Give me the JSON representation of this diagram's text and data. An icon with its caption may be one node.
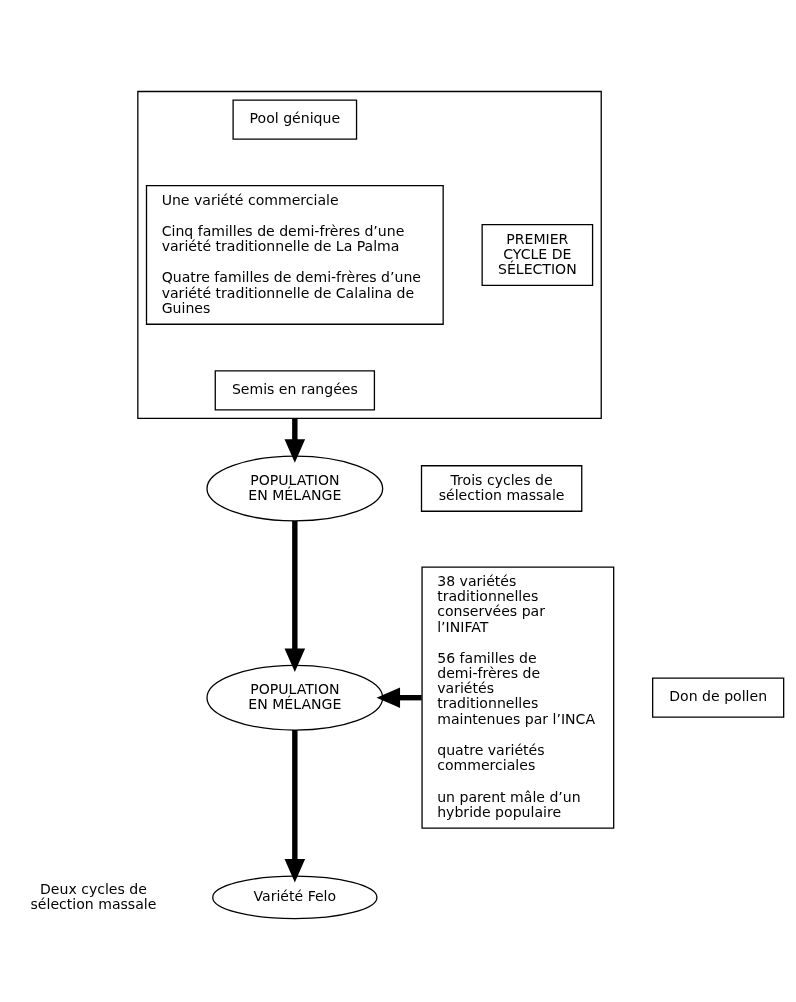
{
  "diagram": {
    "nodes": [
      {
        "text": [],
        "shape": "box"
      },
      {
        "text": [
          "Pool génique"
        ],
        "in": 0
      },
      {
        "text": [
          "Une variété commerciale",
          "Cinq familles de demi-frères d’une variété traditionnelle de La Palma",
          "Quatre familles de demi-frères d’une variété traditionnelle de Calalina de Guines"
        ],
        "in": 0
      },
      {
        "text": [
          "PREMIER CYCLE DE SÉLECTION"
        ],
        "in": 0
      },
      {
        "text": [
          "Semis en rangées"
        ],
        "in": 0
      },
      {
        "text": [
          "POPULATION EN MÉLANGE"
        ]
      },
      {
        "text": [
          "Trois cycles de sélection massale"
        ]
      },
      {
        "text": [
          "POPULATION EN MÉLANGE"
        ]
      },
      {
        "text": [
          "Don de pollen"
        ]
      },
      {
        "text": [
          "38 variétés traditionnelles conservées par l’INIFAT",
          "56 familles de demi-frères de variétés traditionnelles maintenues par l’INCA",
          "quatre variétés commerciales",
          "un parent mâle d’un hybride populaire"
        ]
      },
      {
        "text": [
          "Variété Felo"
        ]
      }
    ],
    "edges": [
      {
        "from": 0,
        "to": 5,
        "arrow": "to"
      },
      {
        "from": 5,
        "to": 7,
        "arrow": "to"
      },
      {
        "from": 9,
        "to": 7,
        "arrow": "to"
      },
      {
        "from": 7,
        "to": 10,
        "arrow": "to"
      }
    ],
    "labels": [
      "Deux cycles de sélection massale"
    ]
  }
}
